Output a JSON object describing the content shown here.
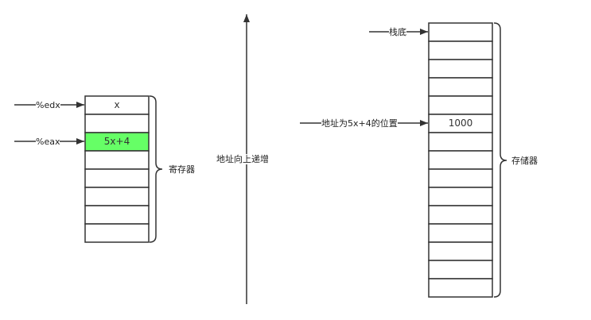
{
  "registers": {
    "title": "寄存器",
    "edx_label": "%edx",
    "eax_label": "%eax",
    "edx_value": "x",
    "eax_value": "5x+4",
    "row_count": 8,
    "highlight_color": "#66ff66"
  },
  "address_arrow": {
    "label": "地址向上递增"
  },
  "memory": {
    "title": "存储器",
    "stack_bottom_label": "栈底",
    "target_label": "地址为5x+4的位置",
    "target_value": "1000",
    "row_count": 15
  }
}
